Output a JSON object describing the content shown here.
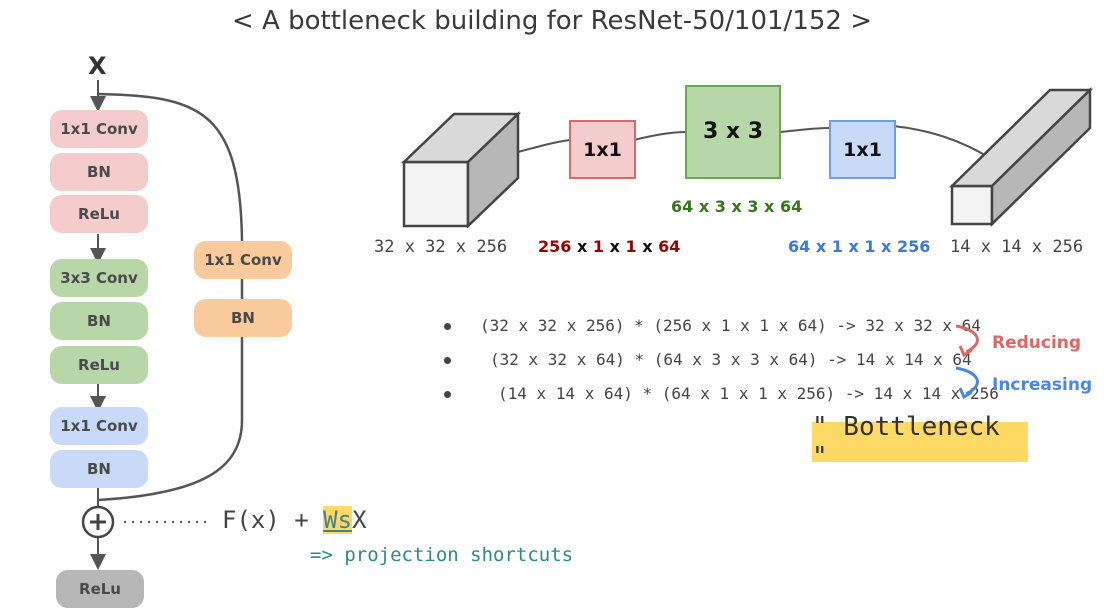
{
  "title": "< A bottleneck building for ResNet-50/101/152 >",
  "input_label": "X",
  "main_path": [
    {
      "label": "1x1 Conv",
      "color": "#f4cccc"
    },
    {
      "label": "BN",
      "color": "#f4cccc"
    },
    {
      "label": "ReLu",
      "color": "#f4cccc"
    },
    {
      "label": "3x3 Conv",
      "color": "#b7d7a8"
    },
    {
      "label": "BN",
      "color": "#b7d7a8"
    },
    {
      "label": "ReLu",
      "color": "#b7d7a8"
    },
    {
      "label": "1x1 Conv",
      "color": "#c9daf8"
    },
    {
      "label": "BN",
      "color": "#c9daf8"
    }
  ],
  "shortcut": [
    {
      "label": "1x1 Conv",
      "color": "#f9cb9c"
    },
    {
      "label": "BN",
      "color": "#f9cb9c"
    }
  ],
  "add_icon": "plus-circle-icon",
  "final_relu": "ReLu",
  "formula": {
    "prefix": "F(x) + ",
    "highlight": "Ws",
    "suffix": "X",
    "note": "=> projection shortcuts"
  },
  "kernels": [
    {
      "label": "1x1",
      "color": "#e06666",
      "fill": "#f4cccc"
    },
    {
      "label": "3 x 3",
      "color": "#6aa84f",
      "fill": "#b7d7a8"
    },
    {
      "label": "1x1",
      "color": "#6d9eeb",
      "fill": "#c9daf8"
    }
  ],
  "input_dims": "32 x 32 x 256",
  "output_dims": "14 x 14 x 256",
  "kernel_dims": {
    "first": {
      "a": "256",
      "b": "1",
      "c": "1",
      "d": "64",
      "color": "#990000"
    },
    "middle": {
      "a": "64",
      "b": "3",
      "c": "3",
      "d": "64",
      "color": "#38761d"
    },
    "last": {
      "a": "64",
      "b": "1",
      "c": "1",
      "d": "256",
      "color": "#3c78d8"
    }
  },
  "equations": [
    "(32 x 32 x 256) * (256 x 1 x 1 x 64) -> 32 x 32 x 64",
    "(32 x 32 x 64) * (64 x 3 x 3 x 64) -> 14 x 14 x 64",
    "(14 x 14 x 64)  * (64 x 1 x 1 x 256) -> 14 x 14 x 256"
  ],
  "reducing_label": "Reducing",
  "increasing_label": "Increasing",
  "reducing_color": "#e06666",
  "increasing_color": "#4a86e8",
  "bottleneck_label": "\" Bottleneck \""
}
